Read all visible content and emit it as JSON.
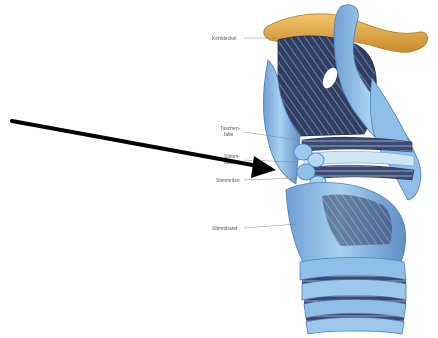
{
  "labels": {
    "kehldeckel": "Kehldeckel",
    "taschenfalte_1": "Taschen-",
    "taschenfalte_2": "falte",
    "stimmfalte_1": "Stimm-",
    "stimmfalte_2": "falte",
    "stimmritze": "Stimmritze",
    "stimmband": "Stimmband"
  },
  "colors": {
    "cartilage": "#9cc8ec",
    "cartilage_dark": "#5e8fc4",
    "cartilage_light": "#cfe6f7",
    "muscle": "#2f3e63",
    "muscle_stripe": "#7d8aa8",
    "epiglottis": "#e3a845",
    "arrow": "#000000"
  }
}
